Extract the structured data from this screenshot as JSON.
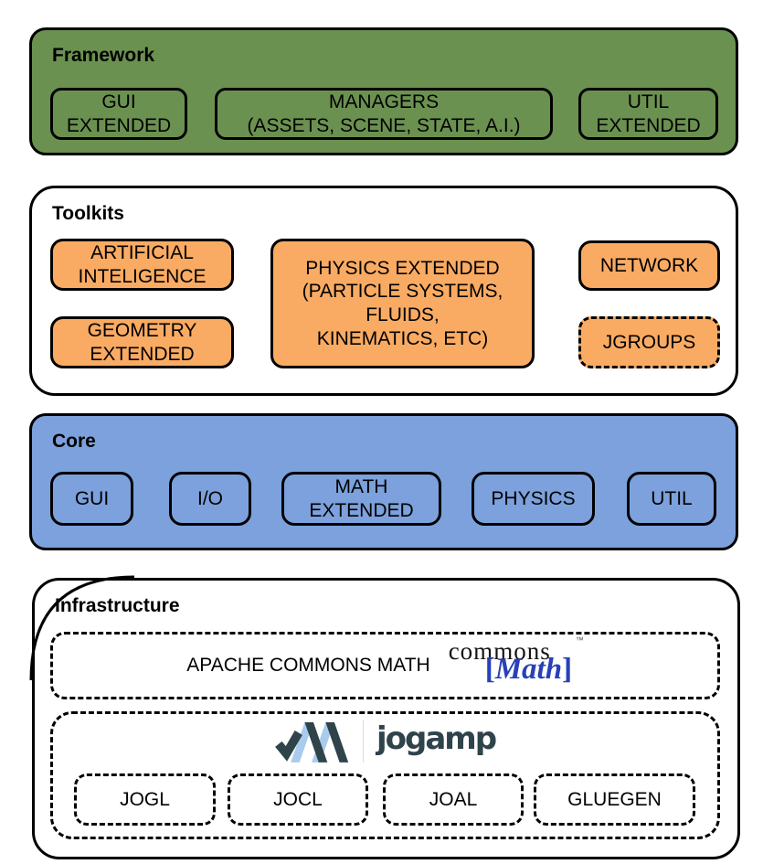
{
  "colors": {
    "framework-green": "#6B9150",
    "toolkit-orange": "#FAAB63",
    "core-blue": "#7CA1DC",
    "commons-math-blue": "#2840B8",
    "jogamp-dark": "#2F434B",
    "jogamp-light": "#A9CBEE"
  },
  "framework": {
    "title": "Framework",
    "boxes": {
      "gui_extended": "GUI\nEXTENDED",
      "managers": "MANAGERS\n(ASSETS, SCENE, STATE, A.I.)",
      "util_extended": "UTIL\nEXTENDED"
    }
  },
  "toolkits": {
    "title": "Toolkits",
    "boxes": {
      "artificial_intelligence": "ARTIFICIAL\nINTELIGENCE",
      "geometry_extended": "GEOMETRY\nEXTENDED",
      "physics_extended": "PHYSICS EXTENDED\n(PARTICLE SYSTEMS,\nFLUIDS,\nKINEMATICS, ETC)",
      "network": "NETWORK",
      "jgroups": "JGROUPS"
    }
  },
  "core": {
    "title": "Core",
    "boxes": {
      "gui": "GUI",
      "io": "I/O",
      "math_extended": "MATH\nEXTENDED",
      "physics": "PHYSICS",
      "util": "UTIL"
    }
  },
  "infrastructure": {
    "title": "Infrastructure",
    "apache_commons": {
      "label": "APACHE COMMONS MATH",
      "logo": {
        "top": "commons",
        "bracket_open": "[",
        "word": "Math",
        "bracket_close": "]",
        "tm": "™"
      }
    },
    "jogamp": {
      "wordmark": "jogamp",
      "boxes": {
        "jogl": "JOGL",
        "jocl": "JOCL",
        "joal": "JOAL",
        "gluegen": "GLUEGEN"
      }
    }
  }
}
